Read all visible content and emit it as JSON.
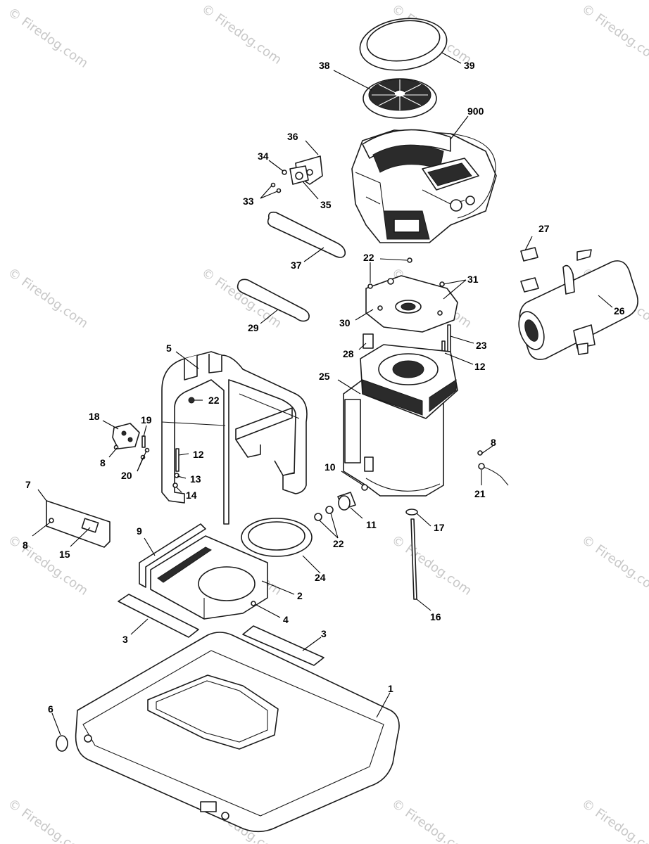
{
  "watermark": "© Firedog.com",
  "callouts": {
    "p1": "1",
    "p2": "2",
    "p3a": "3",
    "p3b": "3",
    "p4": "4",
    "p5": "5",
    "p6": "6",
    "p7": "7",
    "p8a": "8",
    "p8b": "8",
    "p8c": "8",
    "p9": "9",
    "p10": "10",
    "p11": "11",
    "p12a": "12",
    "p12b": "12",
    "p13": "13",
    "p14": "14",
    "p15": "15",
    "p16": "16",
    "p17": "17",
    "p18": "18",
    "p19": "19",
    "p20": "20",
    "p21": "21",
    "p22a": "22",
    "p22b": "22",
    "p22c": "22",
    "p23": "23",
    "p24": "24",
    "p25": "25",
    "p26": "26",
    "p27": "27",
    "p28": "28",
    "p29": "29",
    "p30": "30",
    "p31": "31",
    "p33": "33",
    "p34": "34",
    "p35": "35",
    "p36": "36",
    "p37": "37",
    "p38": "38",
    "p39": "39",
    "p900": "900"
  }
}
